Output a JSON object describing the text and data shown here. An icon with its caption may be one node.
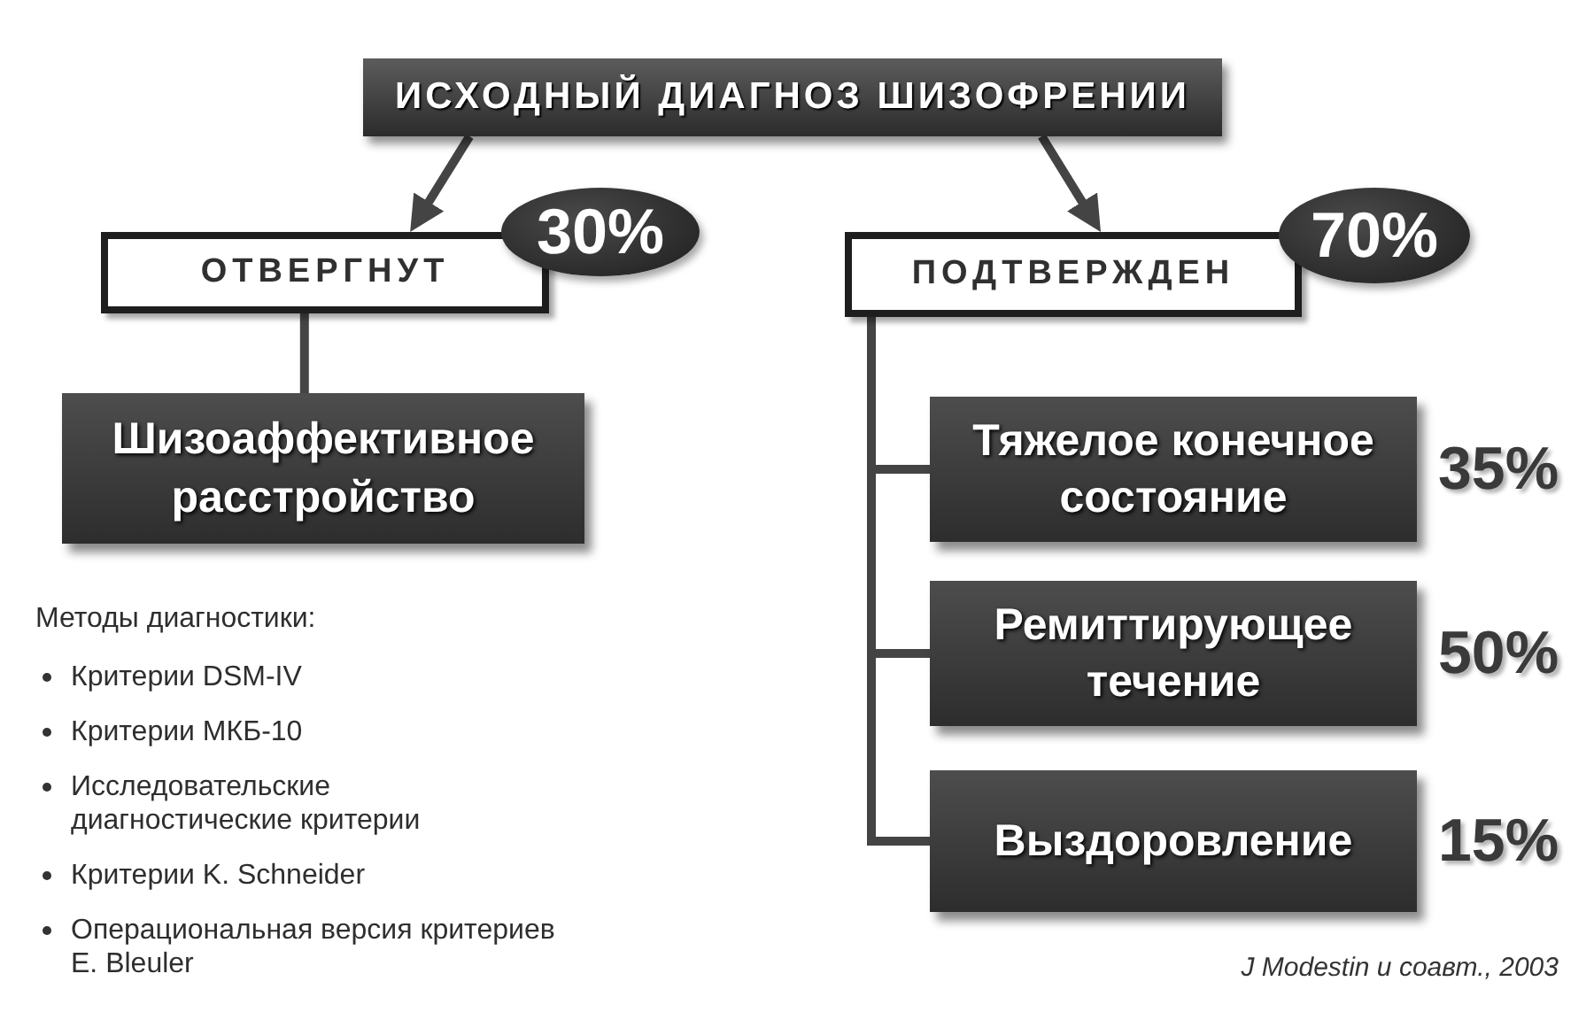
{
  "diagram": {
    "nodes": [
      {
        "text": [
          "ИСХОДНЫЙ ДИАГНОЗ ШИЗОФРЕНИИ"
        ]
      },
      {
        "text": [
          "ОТВЕРГНУТ"
        ]
      },
      {
        "text": [
          "30%"
        ]
      },
      {
        "text": [
          "ПОДТВЕРЖДЕН"
        ]
      },
      {
        "text": [
          "70%"
        ]
      },
      {
        "text": [
          "Шизоаффективное расстройство"
        ]
      },
      {
        "text": [
          "Тяжелое конечное состояние"
        ],
        "beside": [
          "35%"
        ]
      },
      {
        "text": [
          "Ремиттирующее течение"
        ],
        "beside": [
          "50%"
        ]
      },
      {
        "text": [
          "Выздоровление"
        ],
        "beside": [
          "15%"
        ]
      }
    ],
    "edges": [
      {
        "from": 0,
        "to": 1,
        "arrow": "to"
      },
      {
        "from": 0,
        "to": 3,
        "arrow": "to"
      },
      {
        "from": 1,
        "to": 5,
        "arrow": "none"
      },
      {
        "from": 3,
        "to": 6,
        "arrow": "none"
      },
      {
        "from": 3,
        "to": 7,
        "arrow": "none"
      },
      {
        "from": 3,
        "to": 8,
        "arrow": "none"
      }
    ],
    "labels": [
      "Методы диагностики:",
      "Критерии DSM-IV",
      "Критерии МКБ-10",
      "Исследовательские диагностические критерии",
      "Критерии K. Schneider",
      "Операциональная версия критериев E. Bleuler",
      "J Modestin и соавт., 2003"
    ]
  }
}
